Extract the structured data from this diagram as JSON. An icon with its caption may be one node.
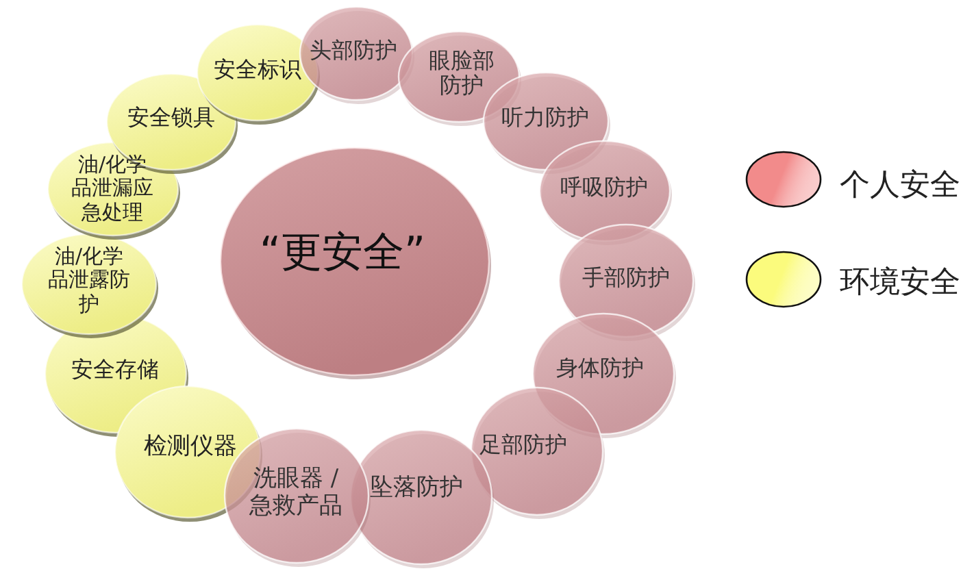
{
  "diagram": {
    "nodes": [
      {
        "text": [
          "“更安全”"
        ]
      },
      {
        "text": [
          "安全标识"
        ]
      },
      {
        "text": [
          "头部防护"
        ]
      },
      {
        "text": [
          "眼脸部防护"
        ]
      },
      {
        "text": [
          "听力防护"
        ]
      },
      {
        "text": [
          "呼吸防护"
        ]
      },
      {
        "text": [
          "手部防护"
        ]
      },
      {
        "text": [
          "身体防护"
        ]
      },
      {
        "text": [
          "足部防护"
        ]
      },
      {
        "text": [
          "坠落防护"
        ]
      },
      {
        "text": [
          "洗眼器 / 急救产品"
        ]
      },
      {
        "text": [
          "检测仪器"
        ]
      },
      {
        "text": [
          "安全存储"
        ]
      },
      {
        "text": [
          "油/化学品泄露防护"
        ]
      },
      {
        "text": [
          "油/化学品泄漏应急处理"
        ]
      },
      {
        "text": [
          "安全锁具"
        ]
      }
    ],
    "legend": [
      {
        "text": "个人安全",
        "color": "#f28b8b"
      },
      {
        "text": "环境安全",
        "color": "#fbfb7d"
      }
    ]
  }
}
